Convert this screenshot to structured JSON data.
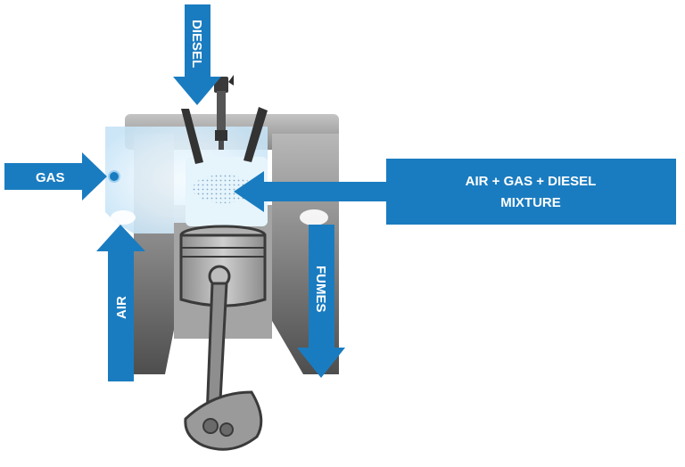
{
  "labels": {
    "diesel": "DIESEL",
    "gas": "GAS",
    "air": "AIR",
    "fumes": "FUMES",
    "mixture_line1": "AIR + GAS + DIESEL",
    "mixture_line2": "MIXTURE"
  },
  "colors": {
    "arrow_blue": "#1a7cc0",
    "label_text": "#ffffff",
    "engine_gray": "#9a9a9a",
    "engine_dark": "#4a4a4a",
    "mixture_glow": "#d8ecf8",
    "outline": "#3a3a3a"
  },
  "icons": {
    "injector": "fuel-injector-icon",
    "piston": "piston-icon",
    "crank": "crankshaft-icon"
  }
}
